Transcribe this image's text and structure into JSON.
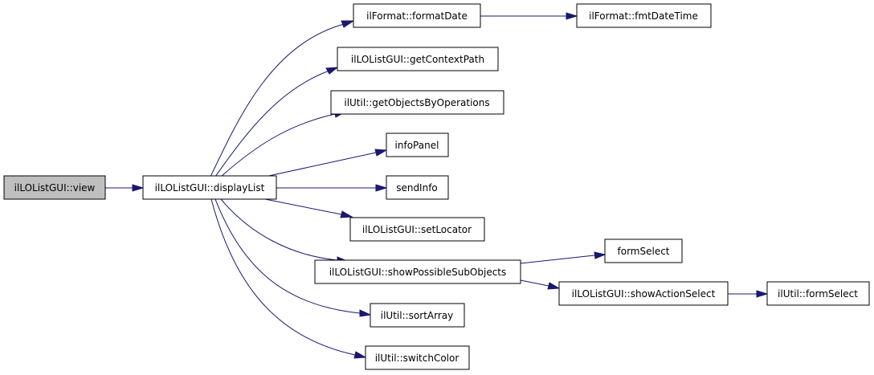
{
  "diagram": {
    "type": "call-graph",
    "colors": {
      "edge": "#191970",
      "root_fill": "#bfbfbf",
      "node_fill": "#ffffff",
      "border": "#000000"
    },
    "nodes": [
      {
        "id": "view",
        "label": "ilLOListGUI::view",
        "root": true
      },
      {
        "id": "displayList",
        "label": "ilLOListGUI::displayList"
      },
      {
        "id": "formatDate",
        "label": "ilFormat::formatDate"
      },
      {
        "id": "fmtDateTime",
        "label": "ilFormat::fmtDateTime"
      },
      {
        "id": "getContextPath",
        "label": "ilLOListGUI::getContextPath"
      },
      {
        "id": "getObjectsByOperations",
        "label": "ilUtil::getObjectsByOperations"
      },
      {
        "id": "infoPanel",
        "label": "infoPanel"
      },
      {
        "id": "sendInfo",
        "label": "sendInfo"
      },
      {
        "id": "setLocator",
        "label": "ilLOListGUI::setLocator"
      },
      {
        "id": "showPossibleSubObjects",
        "label": "ilLOListGUI::showPossibleSubObjects"
      },
      {
        "id": "formSelect",
        "label": "formSelect"
      },
      {
        "id": "showActionSelect",
        "label": "ilLOListGUI::showActionSelect"
      },
      {
        "id": "utilFormSelect",
        "label": "ilUtil::formSelect"
      },
      {
        "id": "sortArray",
        "label": "ilUtil::sortArray"
      },
      {
        "id": "switchColor",
        "label": "ilUtil::switchColor"
      }
    ],
    "edges": [
      {
        "from": "view",
        "to": "displayList"
      },
      {
        "from": "displayList",
        "to": "formatDate"
      },
      {
        "from": "formatDate",
        "to": "fmtDateTime"
      },
      {
        "from": "displayList",
        "to": "getContextPath"
      },
      {
        "from": "displayList",
        "to": "getObjectsByOperations"
      },
      {
        "from": "displayList",
        "to": "infoPanel"
      },
      {
        "from": "displayList",
        "to": "sendInfo"
      },
      {
        "from": "displayList",
        "to": "setLocator"
      },
      {
        "from": "displayList",
        "to": "showPossibleSubObjects"
      },
      {
        "from": "showPossibleSubObjects",
        "to": "formSelect"
      },
      {
        "from": "showPossibleSubObjects",
        "to": "showActionSelect"
      },
      {
        "from": "showActionSelect",
        "to": "utilFormSelect"
      },
      {
        "from": "displayList",
        "to": "sortArray"
      },
      {
        "from": "displayList",
        "to": "switchColor"
      }
    ]
  }
}
